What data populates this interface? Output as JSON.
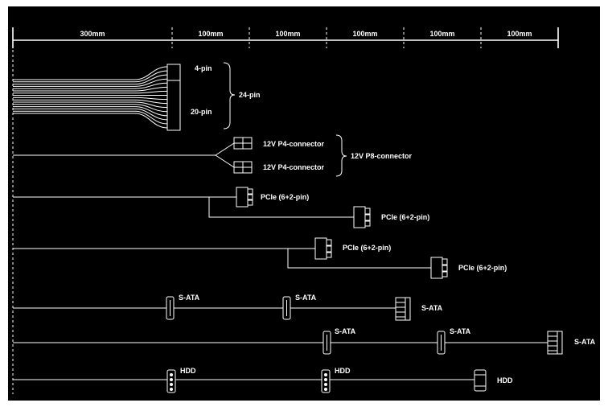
{
  "ruler": {
    "segments": [
      "300mm",
      "100mm",
      "100mm",
      "100mm",
      "100mm",
      "100mm"
    ]
  },
  "atx": {
    "top_label": "4-pin",
    "bottom_label": "20-pin",
    "group_label": "24-pin"
  },
  "cpu": {
    "upper_label": "12V P4-connector",
    "lower_label": "12V P4-connector",
    "group_label": "12V P8-connector"
  },
  "pcie_cable_1": {
    "first_label": "PCIe (6+2-pin)",
    "second_label": "PCIe (6+2-pin)"
  },
  "pcie_cable_2": {
    "first_label": "PCIe (6+2-pin)",
    "second_label": "PCIe (6+2-pin)"
  },
  "sata_cable_1": {
    "labels": [
      "S-ATA",
      "S-ATA",
      "S-ATA"
    ]
  },
  "sata_cable_2": {
    "labels": [
      "S-ATA",
      "S-ATA",
      "S-ATA"
    ]
  },
  "hdd_cable": {
    "labels": [
      "HDD",
      "HDD",
      "HDD"
    ]
  },
  "colors": {
    "background": "#000000",
    "line": "#ffffff",
    "frame": "#ffffff"
  },
  "icons": [
    "atx-24pin-connector-icon",
    "eps-4pin-connector-icon",
    "pcie-8pin-connector-icon",
    "sata-connector-icon",
    "molex-connector-icon",
    "curly-brace-icon"
  ]
}
